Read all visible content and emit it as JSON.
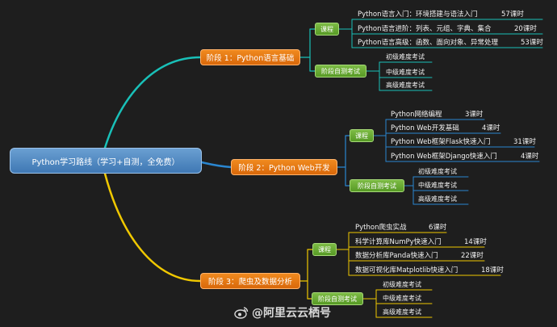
{
  "root": {
    "label": "Python学习路线（学习+自测，全免费）"
  },
  "stages": [
    {
      "label": "阶段 1：Python语言基础",
      "course_label": "课程",
      "exam_label": "阶段自测考试",
      "courses": [
        {
          "name": "Python语言入门：环境搭建与语法入门",
          "hours": "57课时"
        },
        {
          "name": "Python语言进阶：列表、元组、字典、集合",
          "hours": "20课时"
        },
        {
          "name": "Python语言高级：函数、面向对象、异常处理",
          "hours": "53课时"
        }
      ],
      "exams": [
        "初级难度考试",
        "中级难度考试",
        "高级难度考试"
      ]
    },
    {
      "label": "阶段 2：Python Web开发",
      "course_label": "课程",
      "exam_label": "阶段自测考试",
      "courses": [
        {
          "name": "Python网络编程",
          "hours": "3课时"
        },
        {
          "name": "Python Web开发基础",
          "hours": "4课时"
        },
        {
          "name": "Python Web框架Flask快速入门",
          "hours": "31课时"
        },
        {
          "name": "Python Web框架Django快速入门",
          "hours": "4课时"
        }
      ],
      "exams": [
        "初级难度考试",
        "中级难度考试",
        "高级难度考试"
      ]
    },
    {
      "label": "阶段 3：爬虫及数据分析",
      "course_label": "课程",
      "exam_label": "阶段自测考试",
      "courses": [
        {
          "name": "Python爬虫实战",
          "hours": "6课时"
        },
        {
          "name": "科学计算库NumPy快速入门",
          "hours": "14课时"
        },
        {
          "name": "数据分析库Panda快速入门",
          "hours": "22课时"
        },
        {
          "name": "数据可视化库Matplotlib快速入门",
          "hours": "18课时"
        }
      ],
      "exams": [
        "初级难度考试",
        "中级难度考试",
        "高级难度考试"
      ]
    }
  ],
  "watermark": {
    "text": "@阿里云云栖号",
    "icon": "weibo-icon"
  },
  "colors": {
    "background": "#1e1e1e",
    "branch_1": "#19c0b8",
    "branch_2": "#2a86d0",
    "branch_3": "#f0c800",
    "stage_1": "#19c0b8",
    "stage_2": "#2a86d0",
    "stage_3": "#f0c800",
    "root": "#4a82bf",
    "stage": "#e8780f",
    "category": "#6aab35"
  }
}
